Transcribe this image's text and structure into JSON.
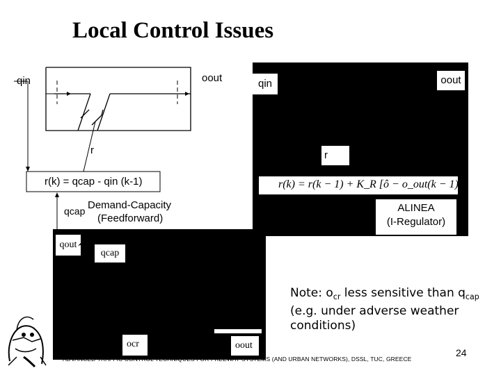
{
  "slide": {
    "title": "Local Control Issues",
    "page_number": "24",
    "footer": "ADVANCED TRAFFIC CONTROL TECHNIQUES FOR FREEWAY SYSTEMS (AND URBAN NETWORKS), DSSL, TUC, GREECE"
  },
  "demand_capacity": {
    "q_in": "qin",
    "o_out": "oout",
    "r": "r",
    "formula": "r(k) = qcap - qin (k-1)",
    "q_cap": "qcap",
    "caption_line1": "Demand-Capacity",
    "caption_line2": "(Feedforward)"
  },
  "alinea": {
    "q_in": "qin",
    "o_out": "oout",
    "r": "r",
    "formula": "r(k) = r(k − 1) + K_R [ô − o_out(k − 1)]",
    "caption_line1": "ALINEA",
    "caption_line2": "(I-Regulator)"
  },
  "lower_panel": {
    "q_out": "qout",
    "q_cap": "qcap",
    "o_cr": "ocr",
    "o_out": "oout"
  },
  "note": {
    "line1_prefix": "Note: o",
    "line1_sub1": "cr",
    "line1_mid": " less sensitive than q",
    "line1_sub2": "cap",
    "line2": "(e.g. under adverse weather",
    "line3": "conditions)"
  },
  "colors": {
    "background": "#ffffff",
    "panel": "#000000"
  }
}
